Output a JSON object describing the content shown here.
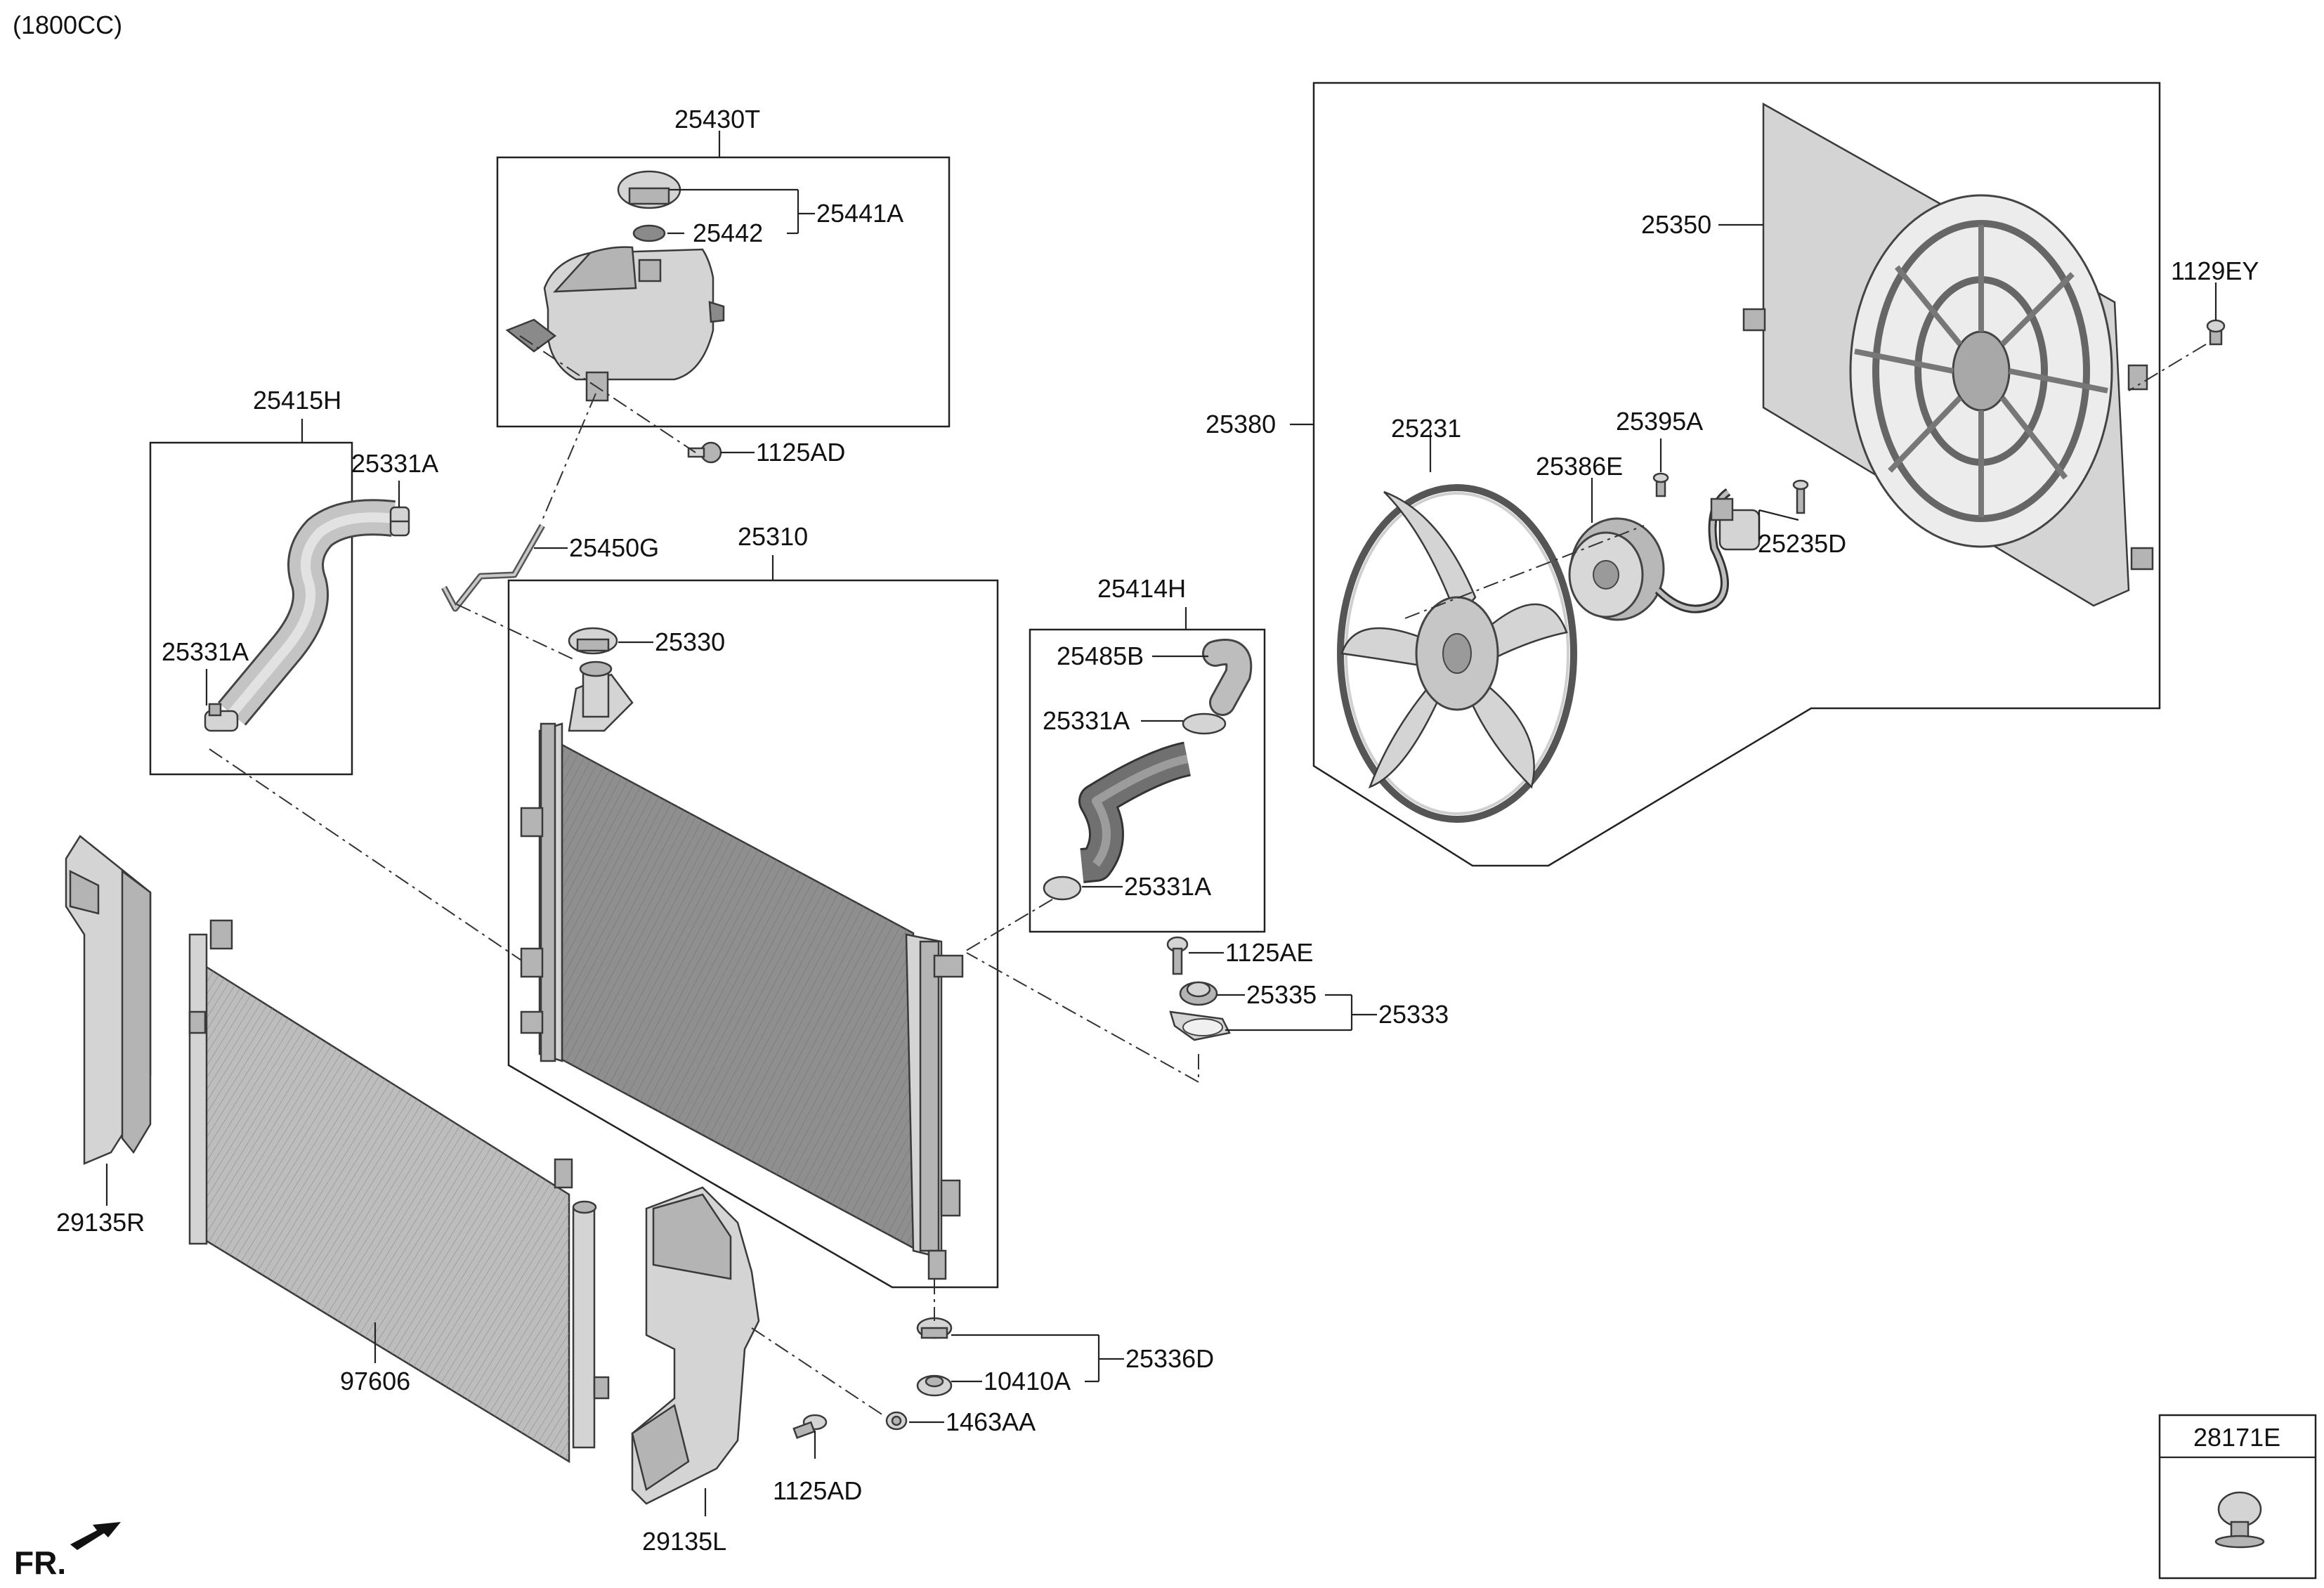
{
  "header": {
    "engine_note": "(1800CC)"
  },
  "direction_indicator": {
    "label": "FR."
  },
  "labels": {
    "p25430T": "25430T",
    "p25441A": "25441A",
    "p25442": "25442",
    "p1125AD_top": "1125AD",
    "p25450G": "25450G",
    "p25415H": "25415H",
    "p25331A_a": "25331A",
    "p25331A_b": "25331A",
    "p25331A_c": "25331A",
    "p25331A_d": "25331A",
    "p25310": "25310",
    "p25330": "25330",
    "p25414H": "25414H",
    "p25485B": "25485B",
    "p25380": "25380",
    "p25350": "25350",
    "p1129EY": "1129EY",
    "p25231": "25231",
    "p25395A": "25395A",
    "p25386E": "25386E",
    "p25235D": "25235D",
    "p1125AE": "1125AE",
    "p25335": "25335",
    "p25333": "25333",
    "p29135R": "29135R",
    "p97606": "97606",
    "p29135L": "29135L",
    "p25336D": "25336D",
    "p10410A": "10410A",
    "p1463AA": "1463AA",
    "p1125AD_bottom": "1125AD",
    "p28171E": "28171E"
  }
}
